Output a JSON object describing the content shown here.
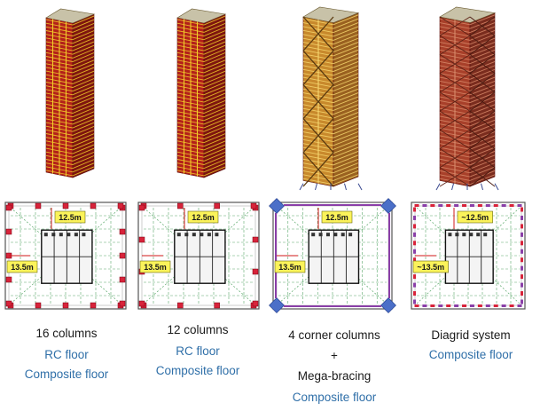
{
  "systems": [
    {
      "id": "s1",
      "captions": [
        {
          "text": "16 columns",
          "style": "black"
        },
        {
          "text": "RC floor",
          "style": "blue"
        },
        {
          "text": "Composite floor",
          "style": "blue"
        }
      ],
      "dim_a": "12.5m",
      "dim_b": "13.5m"
    },
    {
      "id": "s2",
      "captions": [
        {
          "text": "12 columns",
          "style": "black"
        },
        {
          "text": "RC floor",
          "style": "blue"
        },
        {
          "text": "Composite floor",
          "style": "blue"
        }
      ],
      "dim_a": "12.5m",
      "dim_b": "13.5m"
    },
    {
      "id": "s3",
      "captions": [
        {
          "text": "4 corner columns",
          "style": "black"
        },
        {
          "text": "+",
          "style": "black"
        },
        {
          "text": "Mega-bracing",
          "style": "black"
        },
        {
          "text": "Composite floor",
          "style": "blue"
        }
      ],
      "dim_a": "12.5m",
      "dim_b": "13.5m"
    },
    {
      "id": "s4",
      "captions": [
        {
          "text": "Diagrid system",
          "style": "black"
        },
        {
          "text": "Composite floor",
          "style": "blue"
        }
      ],
      "dim_a": "~12.5m",
      "dim_b": "~13.5m"
    }
  ],
  "colors": {
    "tower_red": "#b3201a",
    "tower_dark": "#7e150f",
    "tower_yellow": "#f2cf2a",
    "tower_orange": "#c8892c",
    "tower_diagrid": "#a8402a",
    "plan_line": "#555555",
    "plan_green": "#5aa86a",
    "plan_red": "#d8233a",
    "plan_blue": "#4b6fc8",
    "plan_purple": "#8a3fa8",
    "label_bg": "#fbf35a",
    "caption_blue": "#2f6fa8"
  }
}
